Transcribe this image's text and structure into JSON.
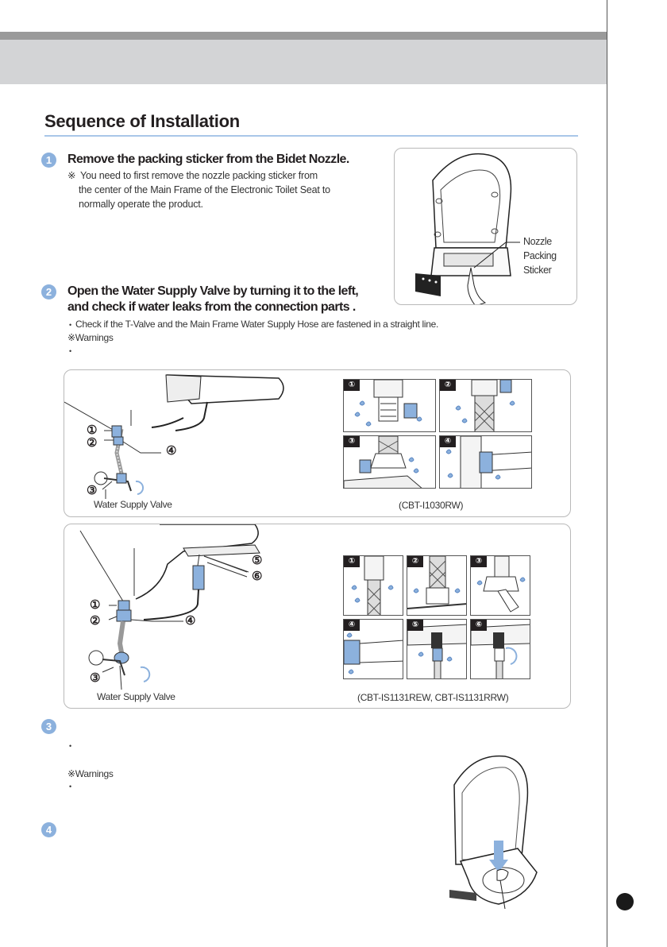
{
  "section": {
    "title": "Sequence of Installation"
  },
  "steps": [
    {
      "num": "1",
      "heading": "Remove the packing sticker from the Bidet Nozzle.",
      "note_mark": "※",
      "note_lines": [
        "You need to first remove the nozzle packing sticker from",
        "the center of the Main Frame of the Electronic Toilet Seat to",
        "normally operate the product."
      ],
      "callout": [
        "Nozzle",
        "Packing",
        "Sticker"
      ]
    },
    {
      "num": "2",
      "heading_lines": [
        "Open the Water Supply Valve by turning it to the left,",
        "and check if water leaks from the connection parts ."
      ],
      "check_text": "Check if the T-Valve and the Main Frame Water Supply Hose are fastened in a straight line.",
      "warnings": "※Warnings"
    },
    {
      "num": "3",
      "warnings": "※Warnings"
    },
    {
      "num": "4"
    }
  ],
  "panels": [
    {
      "valve_label": "Water Supply Valve",
      "model": "(CBT-I1030RW)",
      "markers": [
        "①",
        "②",
        "③",
        "④"
      ],
      "thumbs": [
        "①",
        "②",
        "③",
        "④"
      ]
    },
    {
      "valve_label": "Water Supply Valve",
      "model": "(CBT-IS1131REW, CBT-IS1131RRW)",
      "markers": [
        "①",
        "②",
        "③",
        "④",
        "⑤",
        "⑥"
      ],
      "thumbs": [
        "①",
        "②",
        "③",
        "④",
        "⑤",
        "⑥"
      ]
    }
  ],
  "colors": {
    "accent": "#8cb1dd",
    "rule": "#a9c7e8",
    "band": "#d3d4d6",
    "bar": "#9a9a9a"
  }
}
